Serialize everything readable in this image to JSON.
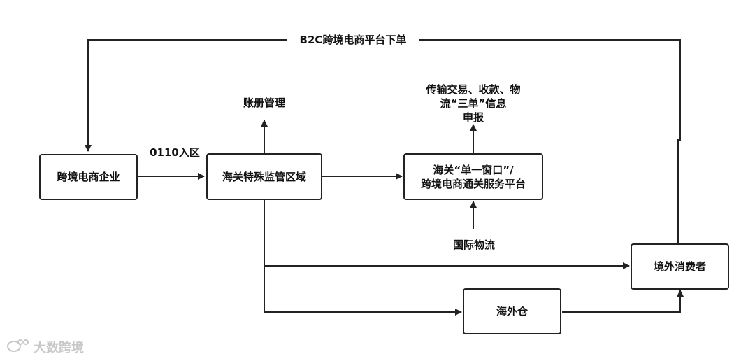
{
  "nodes": {
    "enterprise": "跨境电商企业",
    "special_zone": "海关特殊监管区域",
    "single_window_line1": "海关“单一窗口”/",
    "single_window_line2": "跨境电商通关服务平台",
    "consumer": "境外消费者",
    "overseas_warehouse": "海外仓"
  },
  "edges": {
    "b2c_order": "B2C跨境电商平台下单",
    "enter_zone": "0110入区",
    "ledger": "账册管理",
    "declare_line1": "传输交易、收款、物",
    "declare_line2": "流“三单”信息",
    "declare_line3": "申报",
    "intl_logistics": "国际物流"
  },
  "watermark": {
    "text": "大数跨境",
    "icon": "weibo-like-logo"
  },
  "colors": {
    "line": "#222222",
    "box_border": "#222222",
    "watermark": "#c8c8c8"
  }
}
